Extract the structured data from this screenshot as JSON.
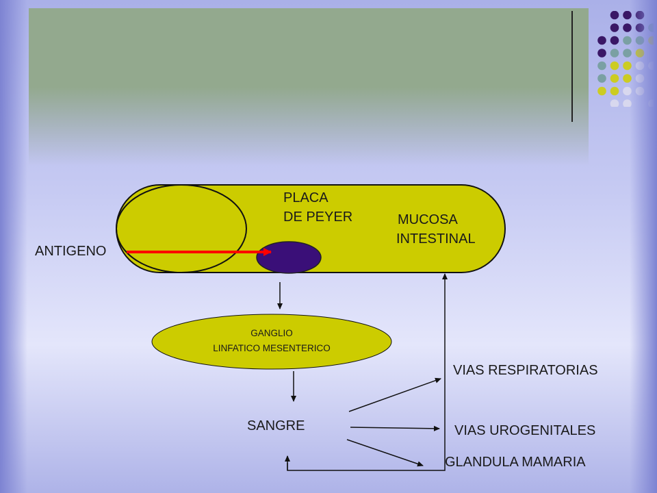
{
  "labels": {
    "placa_line1": "PLACA",
    "placa_line2": "DE PEYER",
    "mucosa_line1": "MUCOSA",
    "mucosa_line2": "INTESTINAL",
    "antigeno": "ANTIGENO",
    "ganglio_line1": "GANGLIO",
    "ganglio_line2": "LINFATICO MESENTERICO",
    "sangre": "SANGRE",
    "vias_respiratorias": "VIAS RESPIRATORIAS",
    "vias_urogenitales": "VIAS UROGENITALES",
    "glandula_mamaria": "GLANDULA MAMARIA"
  },
  "colors": {
    "yellow_green": "#cccc00",
    "peyer_purple": "#3a0f78",
    "arrow_red": "#ff0000",
    "line_black": "#111111",
    "dot_purple": "#3a1766",
    "dot_teal": "#7aa0a3",
    "dot_yellow": "#cccc22",
    "dot_light": "#d8d8ee"
  }
}
